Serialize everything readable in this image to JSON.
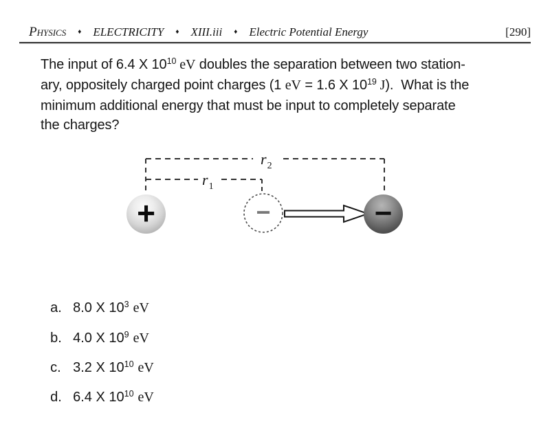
{
  "header": {
    "course": "Physics",
    "separator": "♦",
    "unit": "ELECTRICITY",
    "section": "XIII.iii",
    "topic": "Electric Potential Energy",
    "page_number": "[290]"
  },
  "question": {
    "lines": [
      {
        "p0": "The input of 6.4 X 10",
        "sup0": "10",
        "p1": " eV",
        "p2": " doubles the separation between two station-"
      },
      {
        "p0": "ary, oppositely charged point charges (1 ",
        "p1": "eV",
        "p2": " = 1.6 X 10",
        "sup0": "19",
        "p3": " J",
        "p4": ").  What is the"
      },
      {
        "p0": "minimum additional energy that must be input to completely separate"
      },
      {
        "p0": "the charges?"
      }
    ]
  },
  "diagram": {
    "label_r1": {
      "base": "r",
      "sub": "1"
    },
    "label_r2": {
      "base": "r",
      "sub": "2"
    },
    "positive_sign": "+",
    "ghost_sign": "−",
    "negative_sign": "−",
    "colors": {
      "light_sphere_edge": "#8f8f8f",
      "dark_sphere_edge": "#353535",
      "ghost_sign_gray": "#787878",
      "line_color": "#2f2f2f"
    }
  },
  "options": [
    {
      "letter": "a.",
      "mantissa": "8.0 X 10",
      "exponent": "3",
      "unit": "eV"
    },
    {
      "letter": "b.",
      "mantissa": "4.0 X 10",
      "exponent": "9",
      "unit": "eV"
    },
    {
      "letter": "c.",
      "mantissa": "3.2 X 10",
      "exponent": "10",
      "unit": "eV"
    },
    {
      "letter": "d.",
      "mantissa": "6.4 X 10",
      "exponent": "10",
      "unit": "eV"
    }
  ]
}
